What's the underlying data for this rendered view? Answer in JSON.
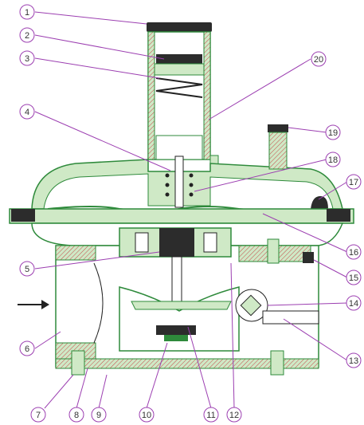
{
  "colors": {
    "body_fill": "#cfe9c6",
    "body_stroke": "#2e8a3b",
    "dark_fill": "#2c2c2c",
    "callout": "#9c3fb1",
    "hatch": "#c64a4a",
    "parts_stroke": "#222222"
  },
  "callouts": [
    {
      "id": "1",
      "label": "1"
    },
    {
      "id": "2",
      "label": "2"
    },
    {
      "id": "3",
      "label": "3"
    },
    {
      "id": "4",
      "label": "4"
    },
    {
      "id": "5",
      "label": "5"
    },
    {
      "id": "6",
      "label": "6"
    },
    {
      "id": "7",
      "label": "7"
    },
    {
      "id": "8",
      "label": "8"
    },
    {
      "id": "9",
      "label": "9"
    },
    {
      "id": "10",
      "label": "10"
    },
    {
      "id": "11",
      "label": "11"
    },
    {
      "id": "12",
      "label": "12"
    },
    {
      "id": "13",
      "label": "13"
    },
    {
      "id": "14",
      "label": "14"
    },
    {
      "id": "15",
      "label": "15"
    },
    {
      "id": "16",
      "label": "16"
    },
    {
      "id": "17",
      "label": "17"
    },
    {
      "id": "18",
      "label": "18"
    },
    {
      "id": "19",
      "label": "19"
    },
    {
      "id": "20",
      "label": "20"
    }
  ],
  "flow_arrow": "right-arrow"
}
